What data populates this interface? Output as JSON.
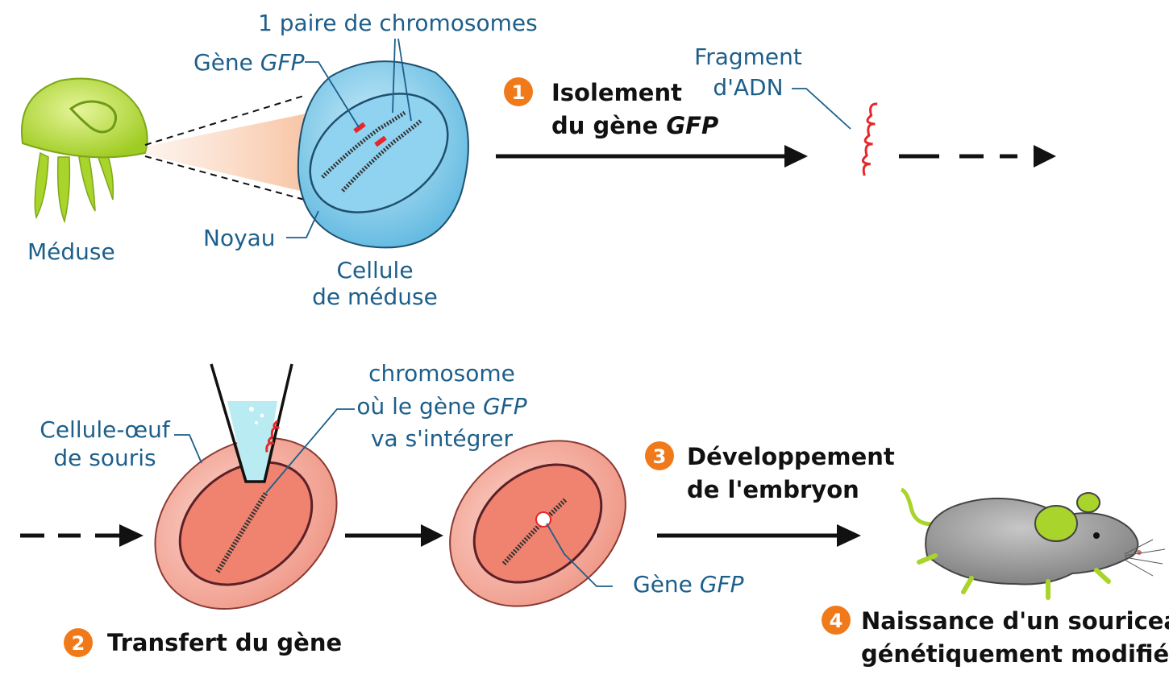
{
  "labels": {
    "chromosome_pair": "1 paire de chromosomes",
    "gfp_gene_prefix": "Gène ",
    "gfp_gene_italic": "GFP",
    "jellyfish": "Méduse",
    "nucleus": "Noyau",
    "jelly_cell_line1": "Cellule",
    "jelly_cell_line2": "de méduse",
    "dna_fragment_line1": "Fragment",
    "dna_fragment_line2": "d'ADN",
    "egg_cell_line1": "Cellule-œuf",
    "egg_cell_line2": "de souris",
    "target_chrom_line1": "chromosome",
    "target_chrom_line2_prefix": "où le gène ",
    "target_chrom_line2_italic": "GFP",
    "target_chrom_line3": "va s'intégrer",
    "gfp_gene2_prefix": "Gène ",
    "gfp_gene2_italic": "GFP"
  },
  "steps": [
    {
      "number": "1",
      "line1": "Isolement",
      "line2_prefix": "du gène ",
      "line2_italic": "GFP"
    },
    {
      "number": "2",
      "line1": "Transfert du gène"
    },
    {
      "number": "3",
      "line1": "Développement",
      "line2": "de l'embryon"
    },
    {
      "number": "4",
      "line1": "Naissance d'un souriceau",
      "line2": "génétiquement modifié"
    }
  ],
  "colors": {
    "label_blue": "#1d5f8a",
    "step_badge": "#f07a1a",
    "jellyfish_green": "#a8d42c",
    "cell_blue": "#8fd3f0",
    "egg_pink": "#f3a595",
    "gene_red": "#e8262a"
  }
}
